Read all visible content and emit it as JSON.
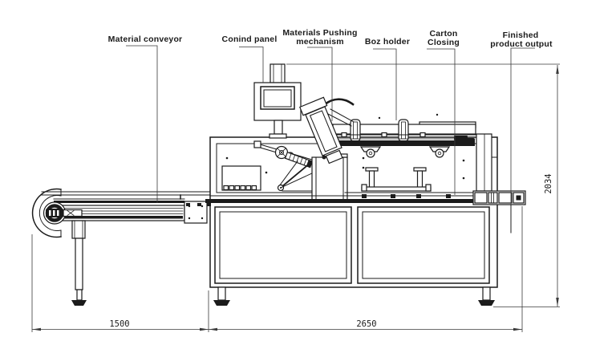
{
  "drawing": {
    "type": "cartoning-machine-side-elevation-technical-drawing"
  },
  "labels": {
    "material_conveyor": "Material conveyor",
    "conind_panel": "Conind panel",
    "materials_pushing_1": "Materials Pushing",
    "materials_pushing_2": "mechanism",
    "boz_holder": "Boz holder",
    "carton_closing_1": "Carton",
    "carton_closing_2": "Closing",
    "finished_output_1": "Finished",
    "finished_output_2": "product output"
  },
  "dimensions": {
    "conveyor_length": "1500",
    "body_length": "2650",
    "machine_height": "2034"
  },
  "colors": {
    "ink": "#1b1b1b",
    "dim_line": "#3a3a3a",
    "background": "#ffffff"
  }
}
